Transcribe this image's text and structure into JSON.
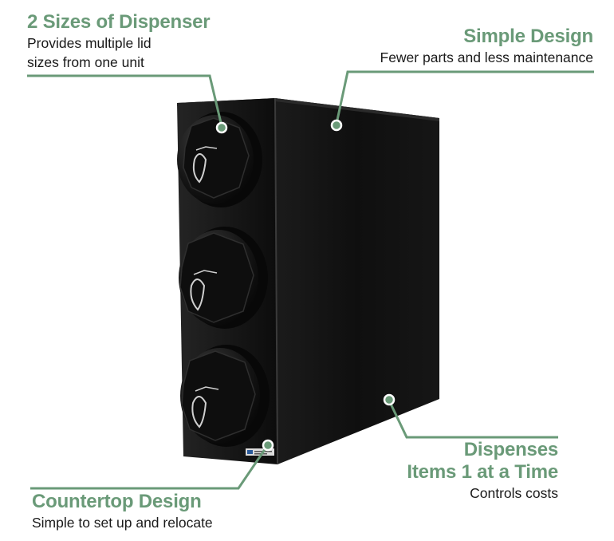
{
  "accent_color": "#6a9a78",
  "product": {
    "name": "black-cup-lid-dispenser-cabinet",
    "brand_plate": "San Jamar",
    "dispenser_count": 3
  },
  "callouts": {
    "sizes": {
      "title": "2 Sizes of Dispenser",
      "line1": "Provides multiple lid",
      "line2": "sizes from one unit"
    },
    "simple": {
      "title": "Simple Design",
      "desc": "Fewer parts and less maintenance"
    },
    "dispenses": {
      "title1": "Dispenses",
      "title2": "Items 1 at a Time",
      "desc": "Controls costs"
    },
    "countertop": {
      "title": "Countertop Design",
      "desc": "Simple to set up and relocate"
    }
  }
}
